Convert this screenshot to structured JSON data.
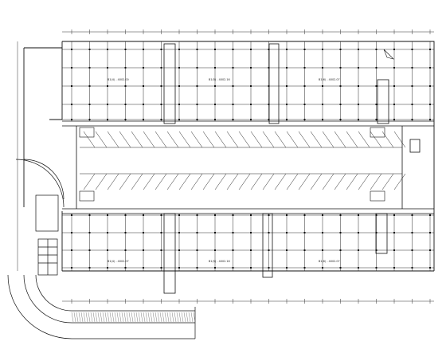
{
  "drawing": {
    "kind": "architectural floor plan (CAD line drawing)",
    "line_color": "#1a1a1a",
    "background": "#ffffff"
  },
  "zone_labels": {
    "north_left": "B1(4) - 4002.00",
    "north_mid": "B1(5) - 4002.16",
    "north_right": "B1(6) - 4002.07",
    "south_left": "B1(4) - 4002.07",
    "south_mid": "B1(5) - 4002.16",
    "south_right": "B1(6) - 4002.07"
  }
}
